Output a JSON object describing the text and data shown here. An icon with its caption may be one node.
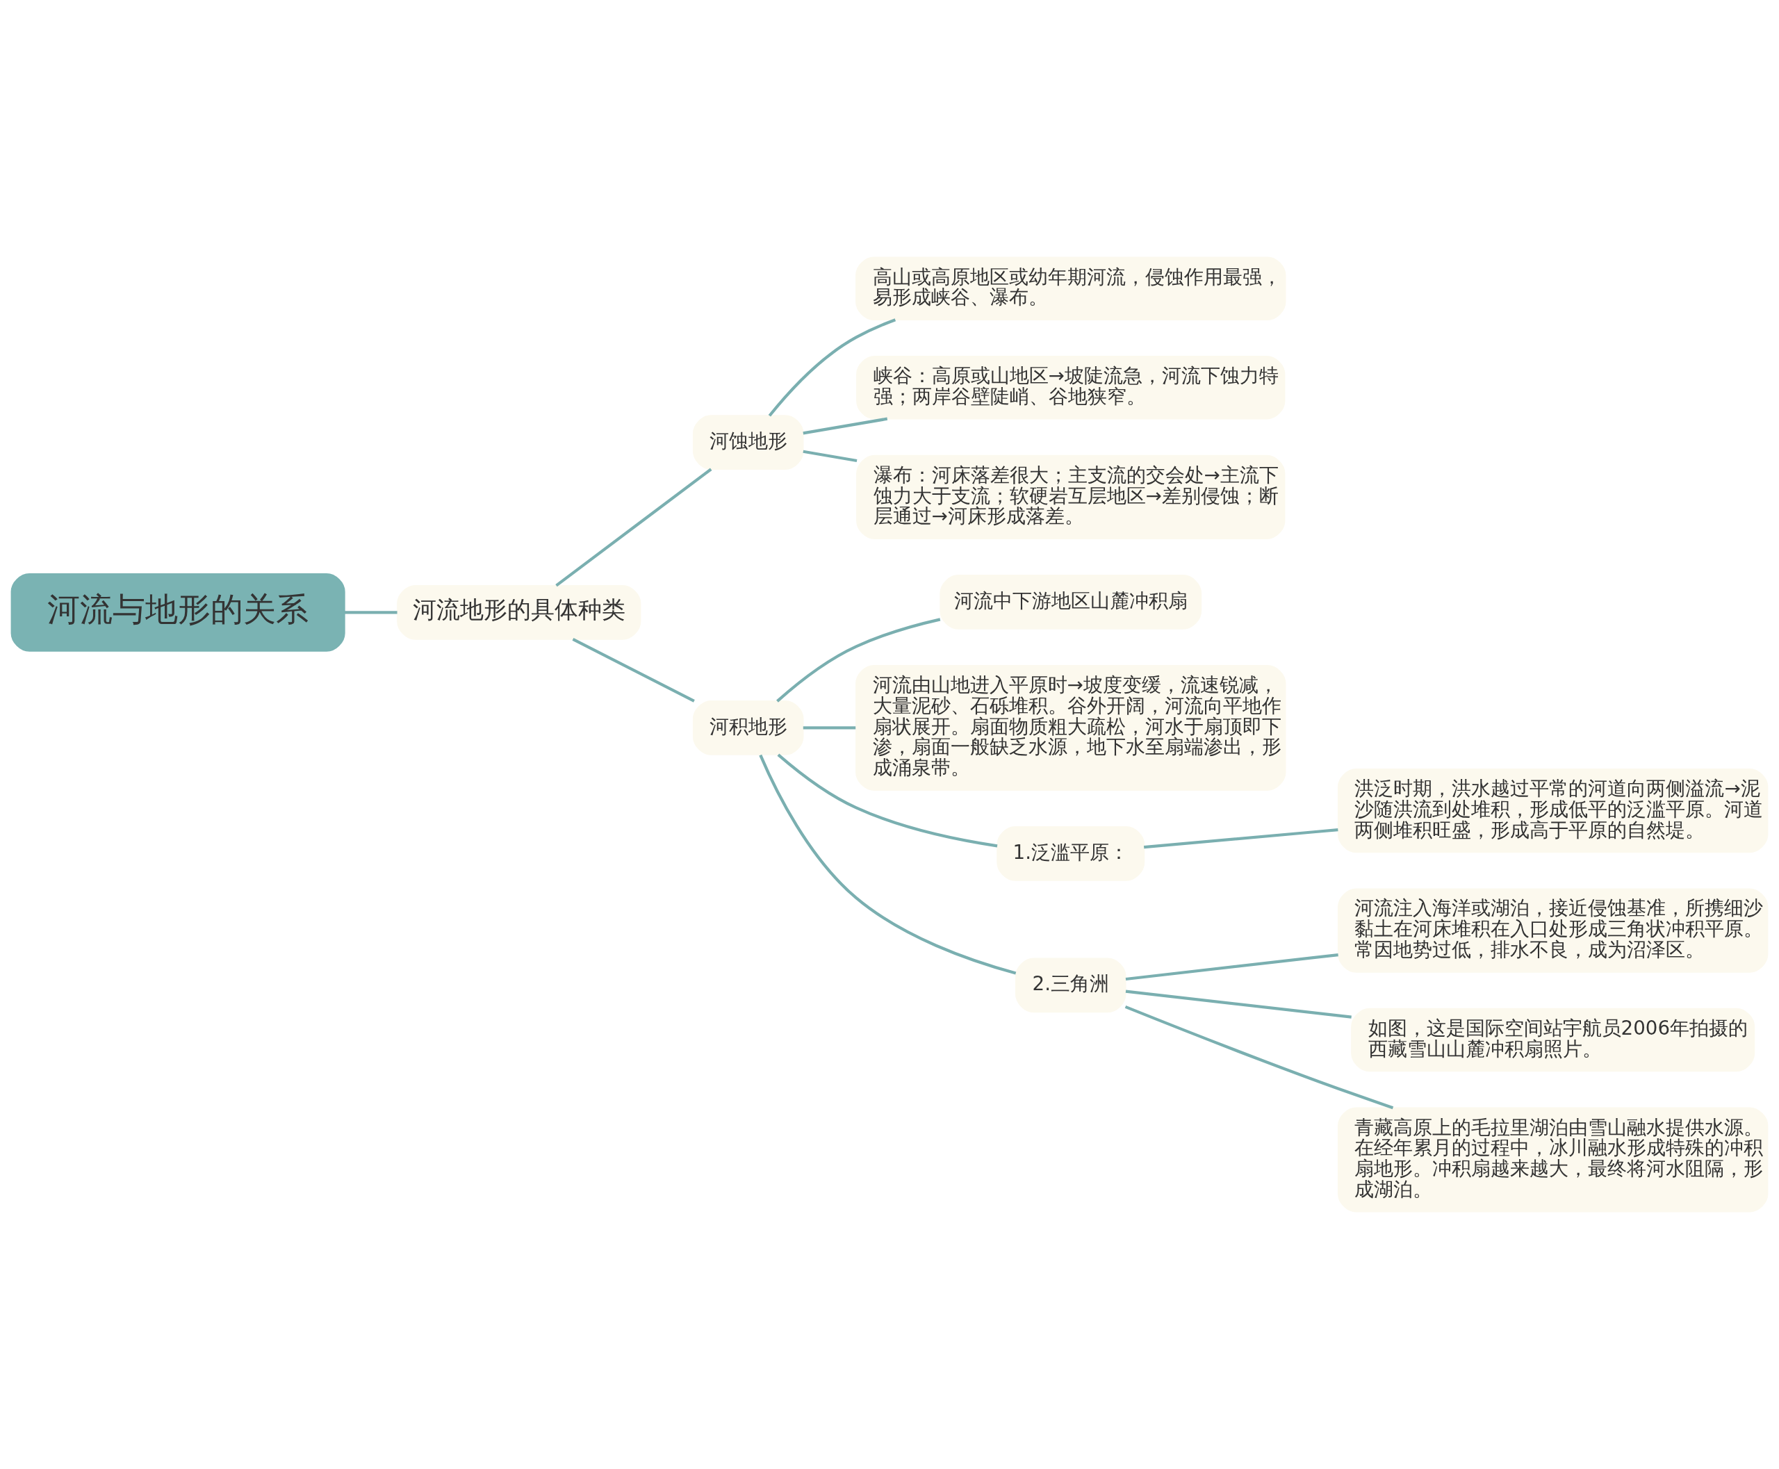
{
  "diagram": {
    "nodes": [
      {
        "text": [
          "河流与地形的关系"
        ]
      },
      {
        "text": [
          "河流地形的具体种类"
        ]
      },
      {
        "text": [
          "河蚀地形"
        ]
      },
      {
        "text": [
          "高山或高原地区或幼年期河流，侵蚀作用最强，易形成峡谷、瀑布。"
        ]
      },
      {
        "text": [
          "峡谷：高原或山地区→坡陡流急，河流下蚀力特强；两岸谷壁陡峭、谷地狭窄。"
        ]
      },
      {
        "text": [
          "瀑布：河床落差很大；主支流的交会处→主流下蚀力大于支流；软硬岩互层地区→差别侵蚀；断层通过→河床形成落差。"
        ]
      },
      {
        "text": [
          "河积地形"
        ]
      },
      {
        "text": [
          "河流中下游地区山麓冲积扇"
        ]
      },
      {
        "text": [
          "河流由山地进入平原时→坡度变缓，流速锐减，大量泥砂、石砾堆积。谷外开阔，河流向平地作扇状展开。扇面物质粗大疏松，河水于扇顶即下渗，扇面一般缺乏水源，地下水至扇端渗出，形成涌泉带。"
        ]
      },
      {
        "text": [
          "1.泛滥平原："
        ]
      },
      {
        "text": [
          "洪泛时期，洪水越过平常的河道向两侧溢流→泥沙随洪流到处堆积，形成低平的泛滥平原。河道两侧堆积旺盛，形成高于平原的自然堤。"
        ]
      },
      {
        "text": [
          "2.三角洲"
        ]
      },
      {
        "text": [
          "河流注入海洋或湖泊，接近侵蚀基准，所携细沙黏土在河床堆积在入口处形成三角状冲积平原。常因地势过低，排水不良，成为沼泽区。"
        ]
      },
      {
        "text": [
          "如图，这是国际空间站宇航员2006年拍摄的西藏雪山山麓冲积扇照片。"
        ]
      },
      {
        "text": [
          "青藏高原上的毛拉里湖泊由雪山融水提供水源。在经年累月的过程中，冰川融水形成特殊的冲积扇地形。冲积扇越来越大，最终将河水阻隔，形成湖泊。"
        ]
      }
    ],
    "edges": [
      {
        "from": 0,
        "to": 1,
        "arrow": "none"
      },
      {
        "from": 1,
        "to": 2,
        "arrow": "none"
      },
      {
        "from": 1,
        "to": 6,
        "arrow": "none"
      },
      {
        "from": 2,
        "to": 3,
        "arrow": "none"
      },
      {
        "from": 2,
        "to": 4,
        "arrow": "none"
      },
      {
        "from": 2,
        "to": 5,
        "arrow": "none"
      },
      {
        "from": 6,
        "to": 7,
        "arrow": "none"
      },
      {
        "from": 6,
        "to": 8,
        "arrow": "none"
      },
      {
        "from": 6,
        "to": 9,
        "arrow": "none"
      },
      {
        "from": 6,
        "to": 11,
        "arrow": "none"
      },
      {
        "from": 9,
        "to": 10,
        "arrow": "none"
      },
      {
        "from": 11,
        "to": 12,
        "arrow": "none"
      },
      {
        "from": 11,
        "to": 13,
        "arrow": "none"
      },
      {
        "from": 11,
        "to": 14,
        "arrow": "none"
      }
    ]
  }
}
